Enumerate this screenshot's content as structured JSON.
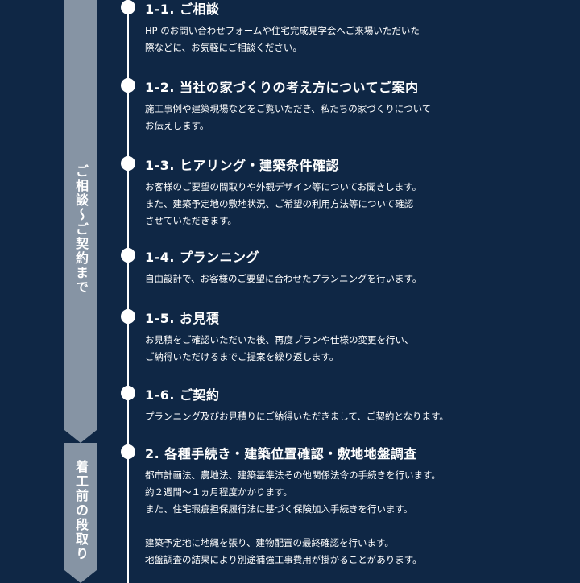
{
  "phases": [
    {
      "label": "ご相談〜ご契約まで"
    },
    {
      "label": "着工前の段取り"
    }
  ],
  "steps": [
    {
      "title": "1-1. ご相談",
      "lines": [
        "HP のお問い合わせフォームや住宅完成見学会へご来場いただいた",
        "際などに、お気軽にご相談ください。"
      ]
    },
    {
      "title": "1-2. 当社の家づくりの考え方についてご案内",
      "lines": [
        "施工事例や建築現場などをご覧いただき、私たちの家づくりについて",
        "お伝えします。"
      ]
    },
    {
      "title": "1-3. ヒアリング・建築条件確認",
      "lines": [
        "お客様のご要望の間取りや外観デザイン等についてお聞きします。",
        "また、建築予定地の敷地状況、ご希望の利用方法等について確認",
        "させていただきます。"
      ]
    },
    {
      "title": "1-4. プランニング",
      "lines": [
        "自由設計で、お客様のご要望に合わせたプランニングを行います。"
      ]
    },
    {
      "title": "1-5. お見積",
      "lines": [
        "お見積をご確認いただいた後、再度プランや仕様の変更を行い、",
        "ご納得いただけるまでご提案を繰り返します。"
      ]
    },
    {
      "title": "1-6. ご契約",
      "lines": [
        "プランニング及びお見積りにご納得いただきまして、ご契約となります。"
      ]
    },
    {
      "title": "2. 各種手続き・建築位置確認・敷地地盤調査",
      "lines": [
        "都市計画法、農地法、建築基準法その他関係法令の手続きを行います。",
        "約２週間〜１ヵ月程度かかります。",
        "また、住宅瑕疵担保履行法に基づく保険加入手続きを行います。",
        "",
        "建築予定地に地縄を張り、建物配置の最終確認を行います。",
        "地盤調査の結果により別途補強工事費用が掛かることがあります。"
      ]
    }
  ]
}
